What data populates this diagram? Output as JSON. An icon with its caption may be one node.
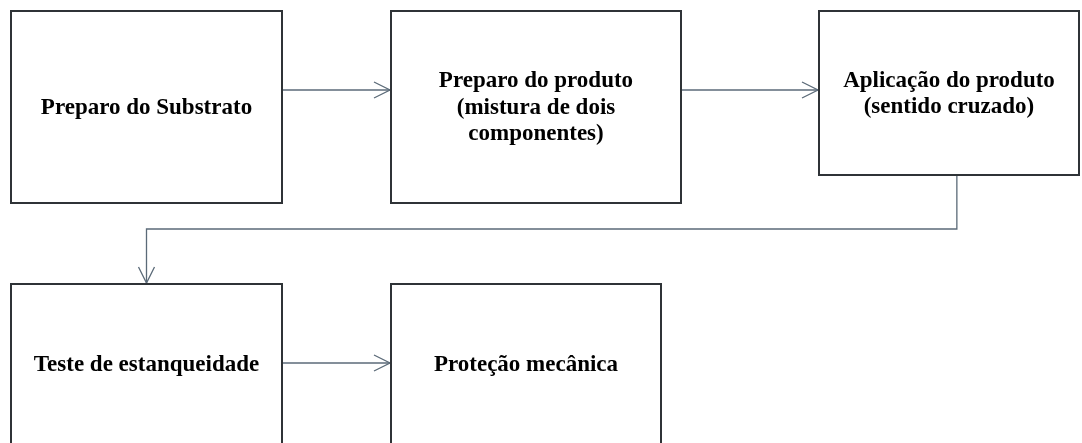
{
  "diagram": {
    "nodes": [
      {
        "text": [
          "Preparo do Substrato"
        ]
      },
      {
        "text": [
          "Preparo do produto (mistura de dois componentes)"
        ]
      },
      {
        "text": [
          "Aplicação do produto (sentido cruzado)"
        ]
      },
      {
        "text": [
          "Teste de estanqueidade"
        ]
      },
      {
        "text": [
          "Proteção mecânica"
        ]
      }
    ],
    "edges": [
      {
        "from": 0,
        "to": 1,
        "arrow": "to"
      },
      {
        "from": 1,
        "to": 2,
        "arrow": "to"
      },
      {
        "from": 2,
        "to": 3,
        "arrow": "to"
      },
      {
        "from": 3,
        "to": 4,
        "arrow": "to"
      }
    ]
  }
}
